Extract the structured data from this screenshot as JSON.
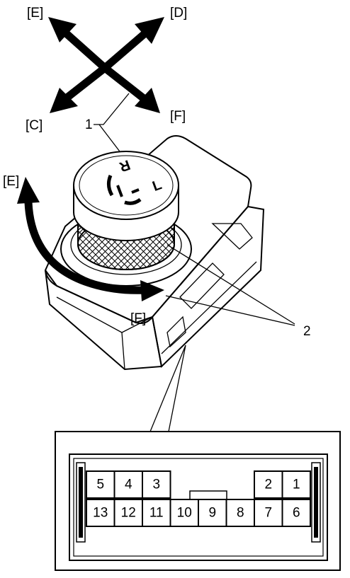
{
  "diagram": {
    "direction_labels": {
      "top_left": "[E]",
      "top_right": "[D]",
      "bottom_left": "[C]",
      "bottom_right": "[F]",
      "rotate_start": "[E]",
      "rotate_end": "[F]"
    },
    "knob_markings": {
      "right": "R",
      "left": "L"
    },
    "callouts": {
      "knob": "1",
      "knurled_ring": "2"
    },
    "connector": {
      "top_row": [
        "5",
        "4",
        "3",
        "2",
        "1"
      ],
      "bottom_row": [
        "13",
        "12",
        "11",
        "10",
        "9",
        "8",
        "7",
        "6"
      ]
    }
  }
}
